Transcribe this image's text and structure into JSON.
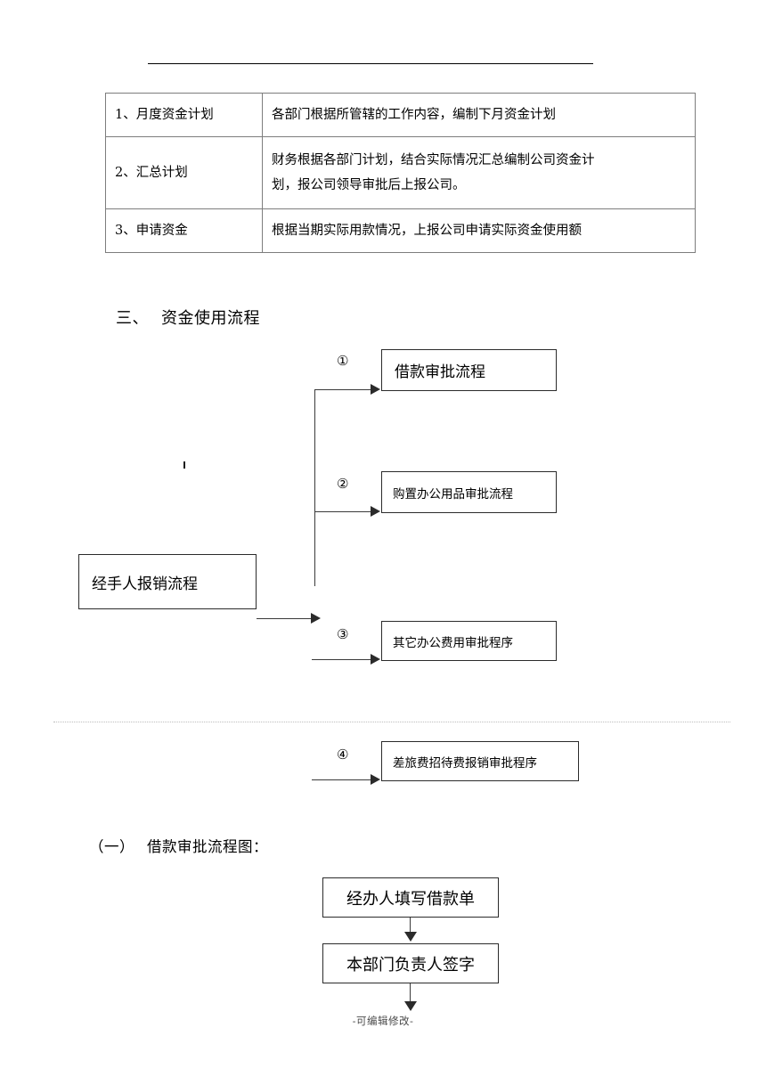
{
  "document": {
    "top_rule": true,
    "footer_text": "-可编辑修改-"
  },
  "table": {
    "rows": [
      {
        "label": "1、月度资金计划",
        "description": "各部门根据所管辖的工作内容，编制下月资金计划",
        "line2": ""
      },
      {
        "label": "2、汇总计划",
        "description": "财务根据各部门计划，结合实际情况汇总编制公司资金计",
        "line2": "划，报公司领导审批后上报公司。"
      },
      {
        "label": "3、申请资金",
        "description": "根据当期实际用款情况，上报公司申请实际资金使用额",
        "line2": ""
      }
    ]
  },
  "headings": {
    "section_number": "三、",
    "section_title": "资金使用流程",
    "sub_number": "（一）",
    "sub_title": "借款审批流程图："
  },
  "flow_main": {
    "source_box": "经手人报销流程",
    "branches": [
      {
        "marker": "①",
        "label": "借款审批流程"
      },
      {
        "marker": "②",
        "label": "购置办公用品审批流程"
      },
      {
        "marker": "③",
        "label": "其它办公费用审批程序"
      },
      {
        "marker": "④",
        "label": "差旅费招待费报销审批程序"
      }
    ]
  },
  "flow_loan": {
    "steps": [
      "经办人填写借款单",
      "本部门负责人签字"
    ]
  }
}
